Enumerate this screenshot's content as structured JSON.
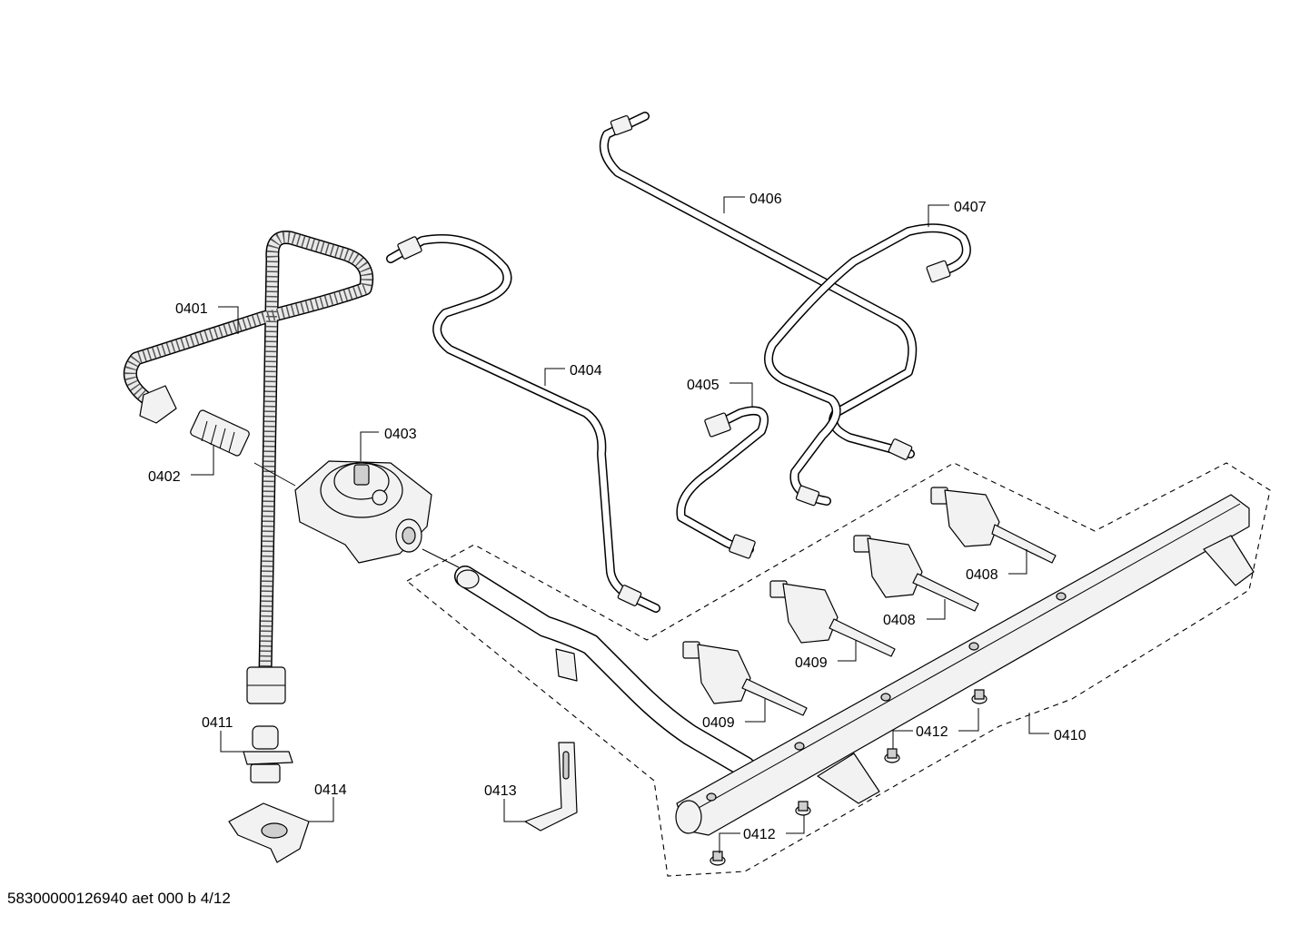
{
  "labels": {
    "l0401": "0401",
    "l0402": "0402",
    "l0403": "0403",
    "l0404": "0404",
    "l0405": "0405",
    "l0406": "0406",
    "l0407": "0407",
    "l0408a": "0408",
    "l0408b": "0408",
    "l0409a": "0409",
    "l0409b": "0409",
    "l0410": "0410",
    "l0411": "0411",
    "l0412a": "0412",
    "l0412b": "0412",
    "l0413": "0413",
    "l0414": "0414"
  },
  "footer": "58300000126940 aet 000 b 4/12"
}
